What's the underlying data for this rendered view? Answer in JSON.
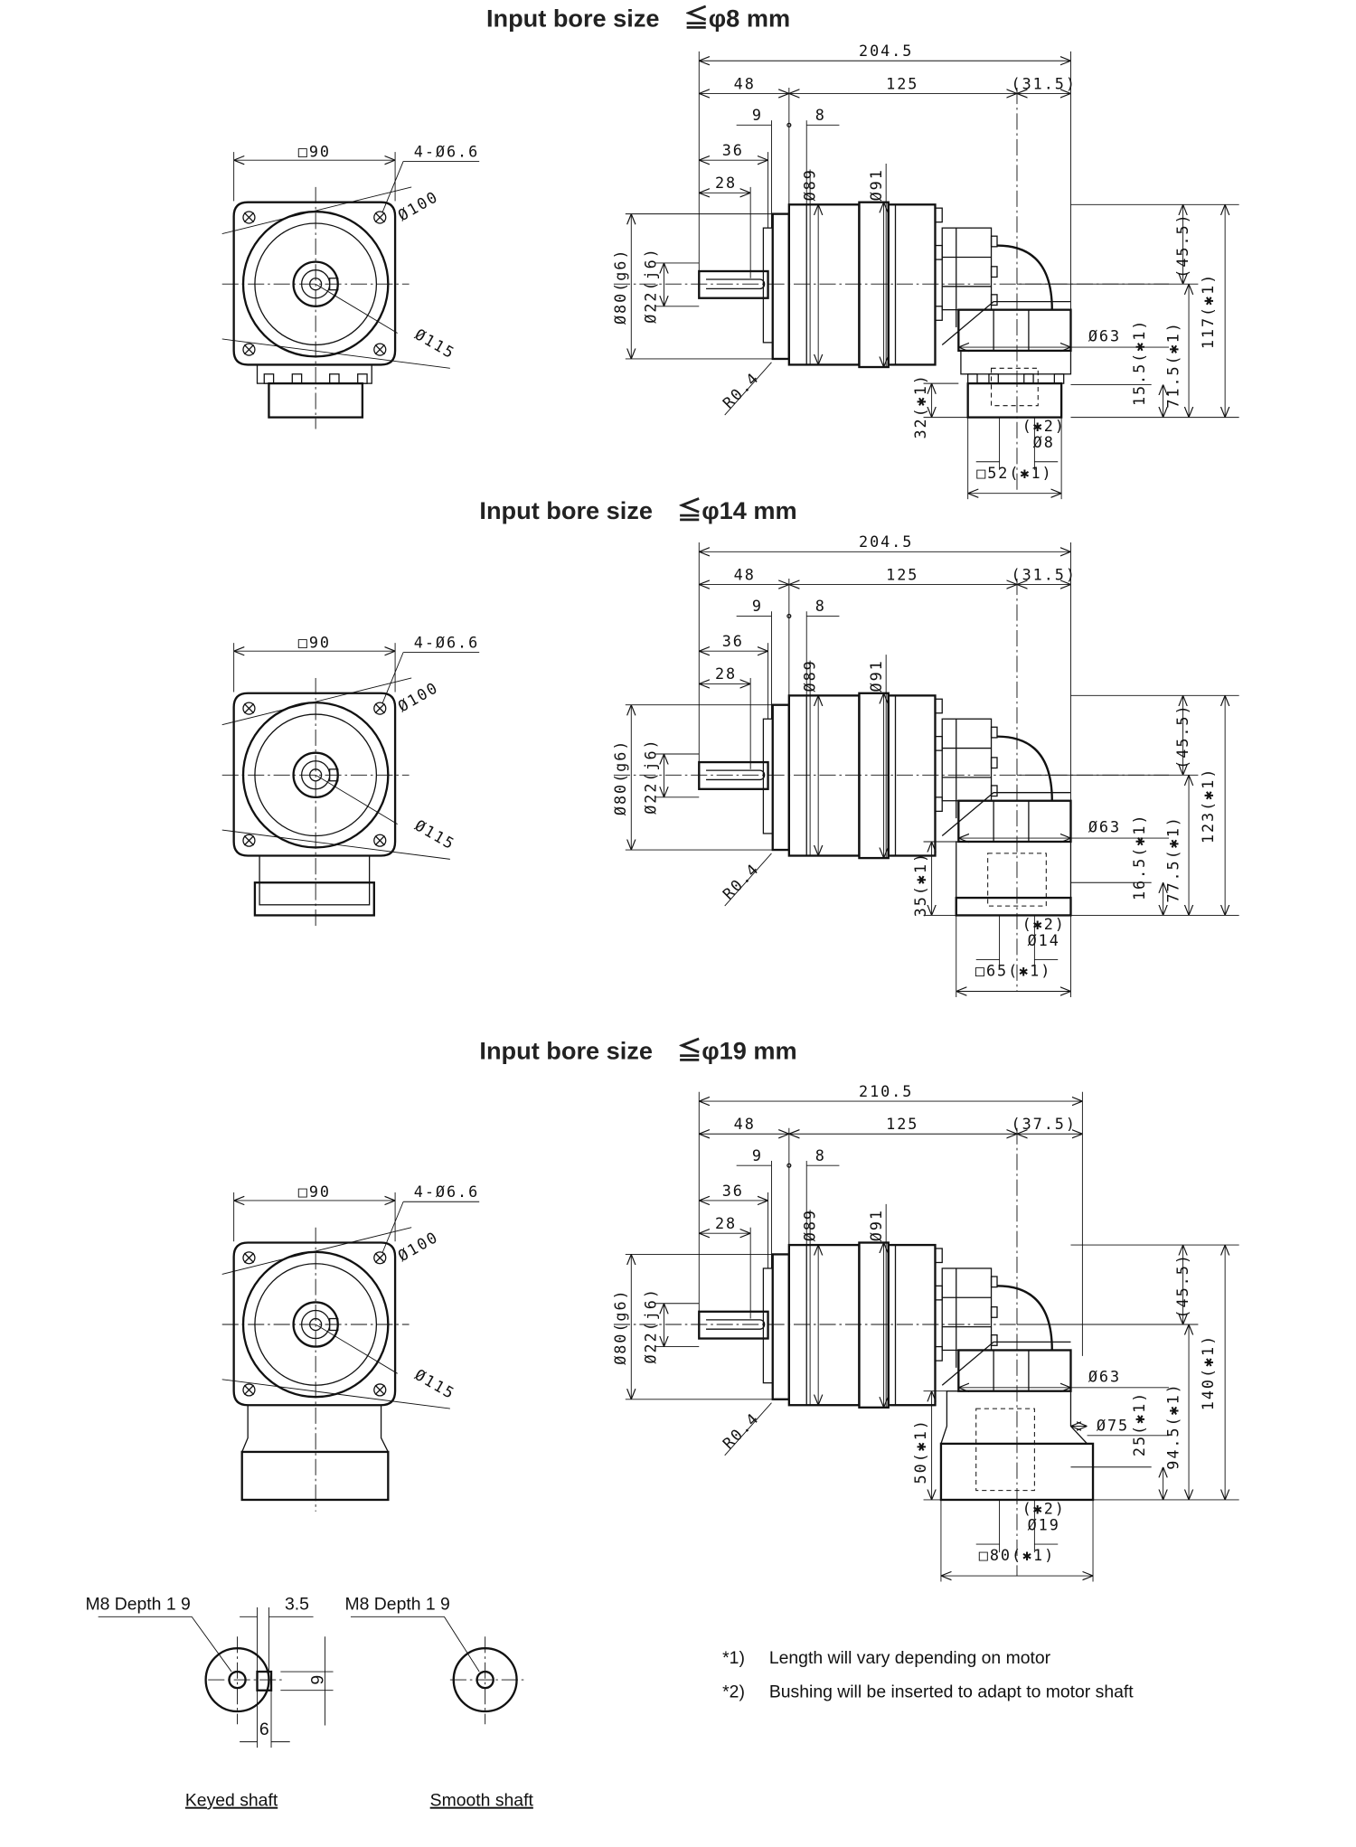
{
  "drawings": [
    {
      "title": "Input bore size　≦φ8 mm",
      "front": {
        "square": "□90",
        "holes": "4-Ø6.6",
        "pcd": "Ø100",
        "outer": "Ø115"
      },
      "side": {
        "overall": "204.5",
        "input_len": "48",
        "body_len": "125",
        "output_offset": "(31.5)",
        "d9": "9",
        "d8": "8",
        "d36": "36",
        "d28": "28",
        "dia89": "Ø89",
        "dia91": "Ø91",
        "dia80": "Ø80(g6)",
        "dia22": "Ø22(j6)",
        "radius": "R0.4",
        "h_top": "(45.5)",
        "h_a": "15.5(✱1)",
        "h_b": "71.5(✱1)",
        "h_total": "117(✱1)",
        "dia63": "Ø63",
        "adapter_h": "32(✱1)",
        "note2": "(✱2)",
        "bore": "Ø8",
        "adapter_sq": "□52(✱1)"
      }
    },
    {
      "title": "Input bore size　≦φ14 mm",
      "front": {
        "square": "□90",
        "holes": "4-Ø6.6",
        "pcd": "Ø100",
        "outer": "Ø115"
      },
      "side": {
        "overall": "204.5",
        "input_len": "48",
        "body_len": "125",
        "output_offset": "(31.5)",
        "d9": "9",
        "d8": "8",
        "d36": "36",
        "d28": "28",
        "dia89": "Ø89",
        "dia91": "Ø91",
        "dia80": "Ø80(g6)",
        "dia22": "Ø22(j6)",
        "radius": "R0.4",
        "h_top": "(45.5)",
        "h_a": "16.5(✱1)",
        "h_b": "77.5(✱1)",
        "h_total": "123(✱1)",
        "dia63": "Ø63",
        "adapter_h": "35(✱1)",
        "note2": "(✱2)",
        "bore": "Ø14",
        "adapter_sq": "□65(✱1)"
      }
    },
    {
      "title": "Input bore size　≦φ19 mm",
      "front": {
        "square": "□90",
        "holes": "4-Ø6.6",
        "pcd": "Ø100",
        "outer": "Ø115"
      },
      "side": {
        "overall": "210.5",
        "input_len": "48",
        "body_len": "125",
        "output_offset": "(37.5)",
        "d9": "9",
        "d8": "8",
        "d36": "36",
        "d28": "28",
        "dia89": "Ø89",
        "dia91": "Ø91",
        "dia80": "Ø80(g6)",
        "dia22": "Ø22(j6)",
        "radius": "R0.4",
        "h_top": "(45.5)",
        "h_a": "25(✱1)",
        "h_b": "94.5(✱1)",
        "h_total": "140(✱1)",
        "dia63": "Ø63",
        "dia75": "Ø75",
        "adapter_h": "50(✱1)",
        "note2": "(✱2)",
        "bore": "Ø19",
        "adapter_sq": "□80(✱1)"
      }
    }
  ],
  "shaft_details": {
    "keyed": {
      "tap": "M8 Depth 1 9",
      "key_depth": "3.5",
      "key_height": "6",
      "key_width": "6",
      "label": "Keyed shaft"
    },
    "smooth": {
      "tap": "M8 Depth 1 9",
      "label": "Smooth shaft"
    }
  },
  "notes": [
    {
      "mark": "*1)",
      "text": "Length will vary depending on motor"
    },
    {
      "mark": "*2)",
      "text": "Bushing will be inserted to adapt to motor shaft"
    }
  ]
}
